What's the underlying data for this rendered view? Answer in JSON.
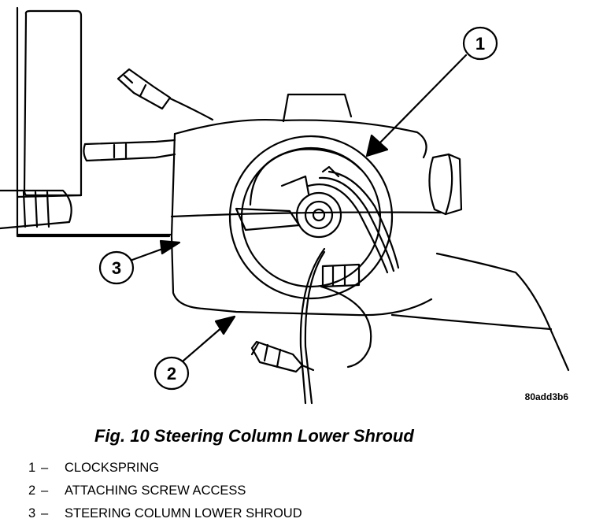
{
  "figure": {
    "code": "80add3b6",
    "caption": "Fig. 10 Steering Column Lower Shroud"
  },
  "callouts": [
    {
      "number": "1",
      "label": "CLOCKSPRING"
    },
    {
      "number": "2",
      "label": "ATTACHING SCREW ACCESS"
    },
    {
      "number": "3",
      "label": "STEERING COLUMN LOWER SHROUD"
    }
  ],
  "legend_separator": "–",
  "colors": {
    "line": "#000000",
    "background": "#ffffff"
  }
}
